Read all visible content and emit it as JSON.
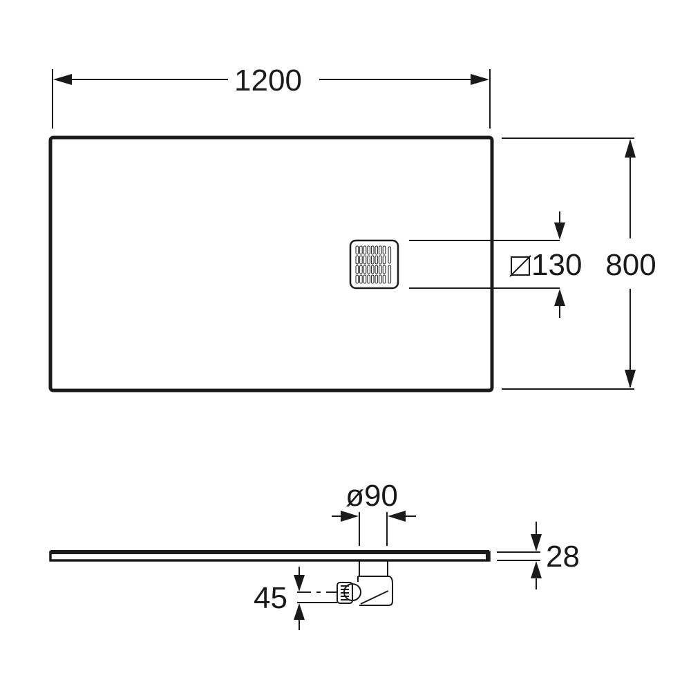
{
  "top_view": {
    "width_label": "1200",
    "depth_label": "800",
    "drain_size_label": "130",
    "drain_size_symbol": "square"
  },
  "side_view": {
    "waste_diameter_label": "ø90",
    "thickness_label": "28",
    "trap_height_label": "45"
  },
  "colors": {
    "line": "#1a1a1a",
    "background": "#ffffff"
  }
}
